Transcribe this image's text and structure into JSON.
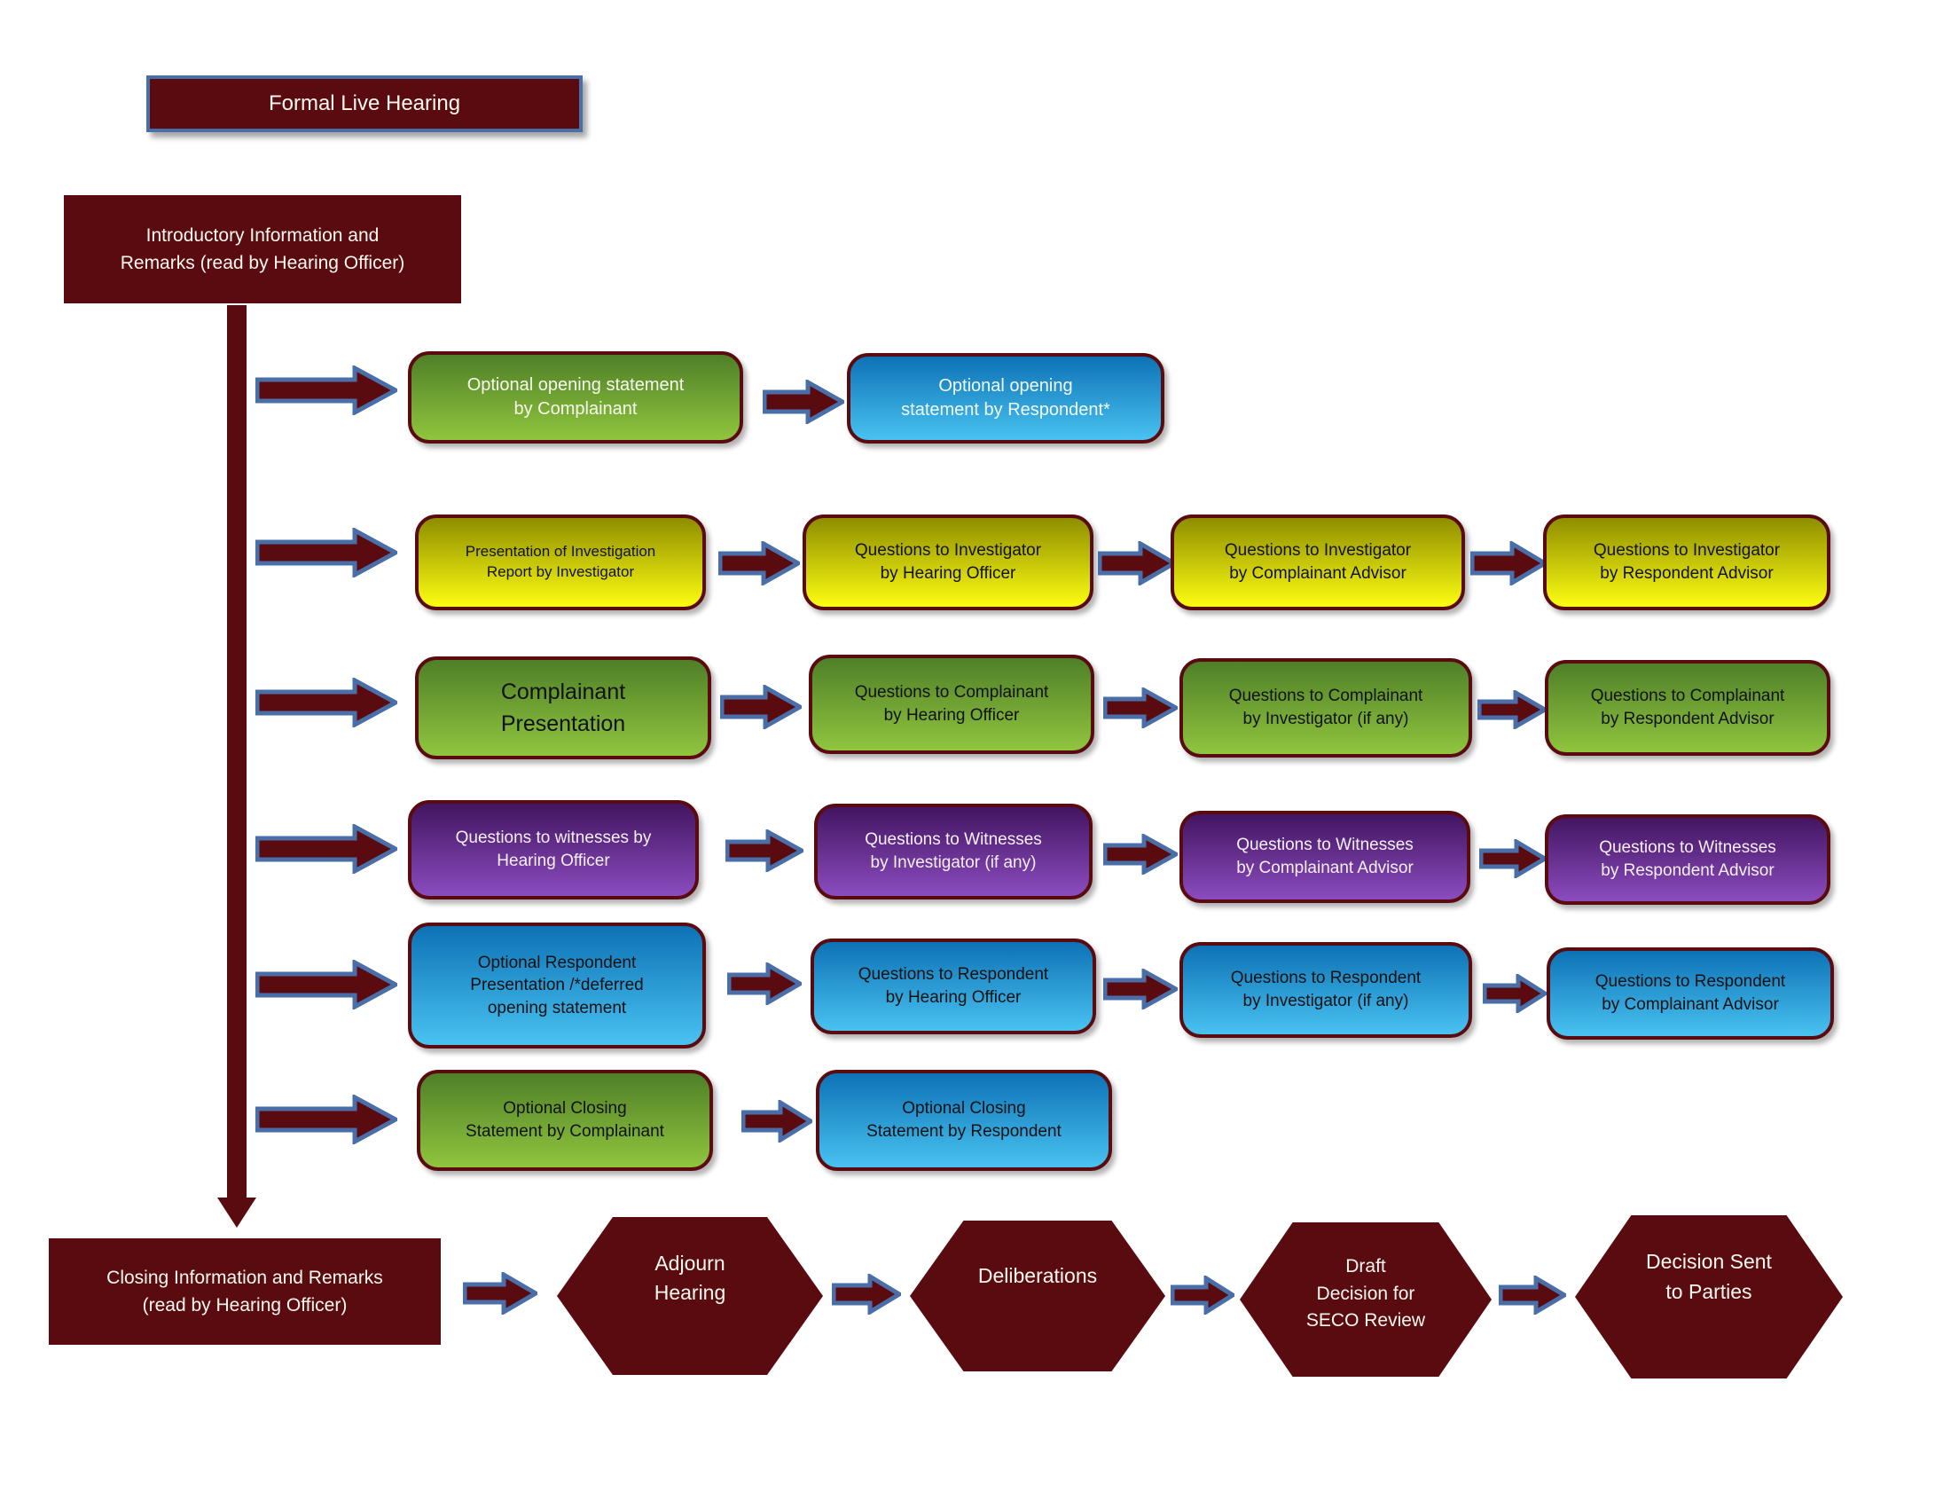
{
  "title": "Formal Live Hearing",
  "nodes": {
    "intro": "Introductory Information and\nRemarks (read by Hearing Officer)",
    "closing": "Closing Information and Remarks\n(read by Hearing Officer)"
  },
  "rows": [
    {
      "boxes": [
        {
          "text": "Optional opening statement\nby Complainant"
        },
        {
          "text": "Optional opening\nstatement by Respondent*"
        }
      ]
    },
    {
      "boxes": [
        {
          "text": "Presentation of Investigation\nReport by Investigator"
        },
        {
          "text": "Questions to Investigator\nby Hearing Officer"
        },
        {
          "text": "Questions to Investigator\nby Complainant Advisor"
        },
        {
          "text": "Questions to Investigator\nby Respondent Advisor"
        }
      ]
    },
    {
      "boxes": [
        {
          "text": "Complainant\nPresentation"
        },
        {
          "text": "Questions to Complainant\nby Hearing Officer"
        },
        {
          "text": "Questions to Complainant\nby Investigator (if any)"
        },
        {
          "text": "Questions to Complainant\nby Respondent Advisor"
        }
      ]
    },
    {
      "boxes": [
        {
          "text": "Questions to witnesses by\nHearing Officer"
        },
        {
          "text": "Questions to Witnesses\nby Investigator (if any)"
        },
        {
          "text": "Questions to Witnesses\nby Complainant Advisor"
        },
        {
          "text": "Questions to Witnesses\nby Respondent Advisor"
        }
      ]
    },
    {
      "boxes": [
        {
          "text": "Optional Respondent\nPresentation /*deferred\nopening statement"
        },
        {
          "text": "Questions to Respondent\nby Hearing Officer"
        },
        {
          "text": "Questions to Respondent\nby Investigator (if any)"
        },
        {
          "text": "Questions to Respondent\nby Complainant Advisor"
        }
      ]
    },
    {
      "boxes": [
        {
          "text": "Optional Closing\nStatement by Complainant"
        },
        {
          "text": "Optional Closing\nStatement by Respondent"
        }
      ]
    }
  ],
  "final_steps": [
    {
      "text": "Adjourn\nHearing"
    },
    {
      "text": "Deliberations"
    },
    {
      "text": "Draft\nDecision for\nSECO Review"
    },
    {
      "text": "Decision Sent\nto Parties"
    }
  ],
  "colors": {
    "maroon": "#5A0B10",
    "arrow_outline_blue": "#4A6FA8",
    "title_border_blue": "#4A6FA8",
    "green_gradient_top": "#4F7F28",
    "green_gradient_bottom": "#90C53E",
    "yellow_gradient_top": "#8E8E00",
    "yellow_gradient_bottom": "#FDFD12",
    "blue_gradient_top": "#0D72B5",
    "blue_gradient_bottom": "#49C2F1",
    "purple_gradient_top": "#421560",
    "purple_gradient_bottom": "#8B4CBF"
  }
}
